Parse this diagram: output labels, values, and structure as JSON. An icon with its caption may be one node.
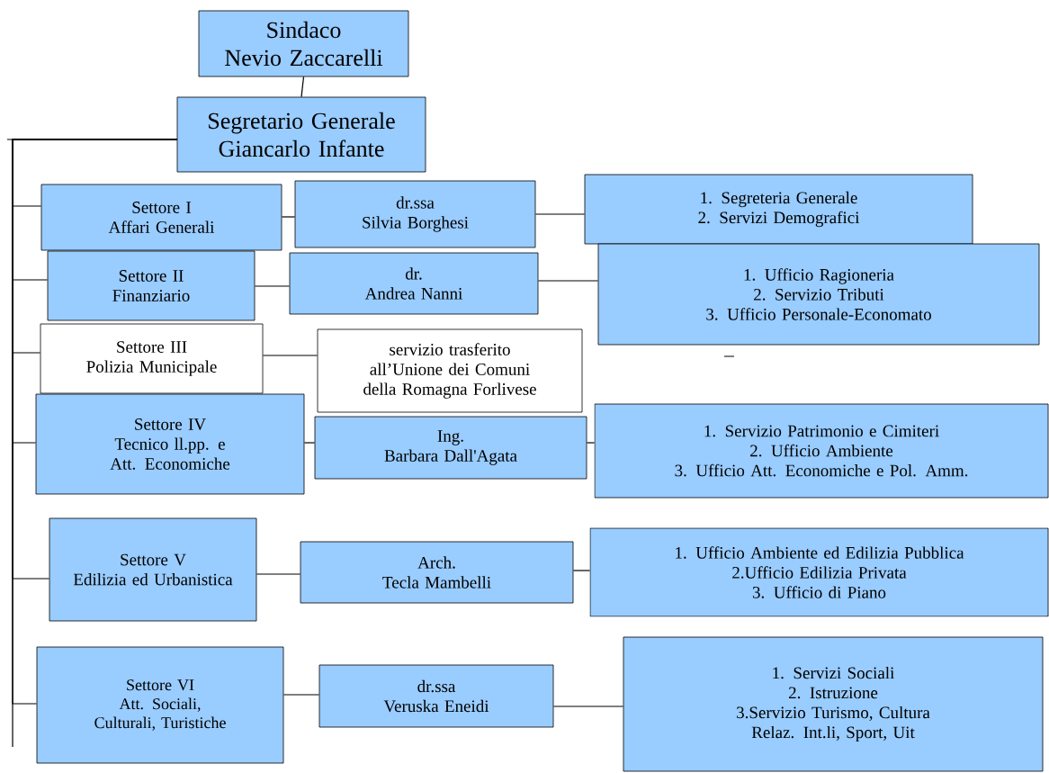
{
  "diagram": {
    "nodes": [
      {
        "text": [
          "Sindaco",
          "Nevio Zaccarelli"
        ]
      },
      {
        "text": [
          "Segretario Generale",
          "Giancarlo Infante"
        ]
      },
      {
        "text": [
          "Settore I",
          "Affari Generali"
        ]
      },
      {
        "text": [
          "dr.ssa",
          "Silvia Borghesi"
        ]
      },
      {
        "text": [
          "1. Segreteria Generale",
          "2. Servizi Demografici"
        ]
      },
      {
        "text": [
          "Settore II",
          "Finanziario"
        ]
      },
      {
        "text": [
          "dr.",
          "Andrea Nanni"
        ]
      },
      {
        "text": [
          "1. Ufficio Ragioneria",
          "2. Servizio Tributi",
          "3. Ufficio Personale-Economato"
        ]
      },
      {
        "text": [
          "Settore III",
          "Polizia Municipale"
        ]
      },
      {
        "text": [
          "servizio trasferito all’Unione dei Comuni della Romagna Forlivese"
        ]
      },
      {
        "text": [
          "Settore IV",
          "Tecnico ll.pp. e Att. Economiche"
        ]
      },
      {
        "text": [
          "Ing.",
          "Barbara Dall'Agata"
        ]
      },
      {
        "text": [
          "1. Servizio Patrimonio e Cimiteri",
          "2. Ufficio Ambiente",
          "3. Ufficio Att. Economiche e Pol. Amm."
        ]
      },
      {
        "text": [
          "Settore V",
          "Edilizia ed Urbanistica"
        ]
      },
      {
        "text": [
          "Arch.",
          "Tecla Mambelli"
        ]
      },
      {
        "text": [
          "1. Ufficio Ambiente ed Edilizia Pubblica",
          "2.Ufficio Edilizia Privata",
          "3. Ufficio di Piano"
        ]
      },
      {
        "text": [
          "Settore VI",
          "Att. Sociali, Culturali, Turistiche"
        ]
      },
      {
        "text": [
          "dr.ssa",
          "Veruska Eneidi"
        ]
      },
      {
        "text": [
          "1. Servizi Sociali",
          "2. Istruzione",
          "3.Servizio Turismo, Cultura Relaz. Int.li, Sport, Uit"
        ]
      }
    ],
    "edges": [
      {
        "from": 0,
        "to": 1,
        "arrow": "none"
      },
      {
        "from": 1,
        "to": 2,
        "arrow": "none"
      },
      {
        "from": 1,
        "to": 5,
        "arrow": "none"
      },
      {
        "from": 1,
        "to": 8,
        "arrow": "none"
      },
      {
        "from": 1,
        "to": 10,
        "arrow": "none"
      },
      {
        "from": 1,
        "to": 13,
        "arrow": "none"
      },
      {
        "from": 1,
        "to": 16,
        "arrow": "none"
      },
      {
        "from": 2,
        "to": 3,
        "arrow": "none"
      },
      {
        "from": 3,
        "to": 4,
        "arrow": "none"
      },
      {
        "from": 5,
        "to": 6,
        "arrow": "none"
      },
      {
        "from": 6,
        "to": 7,
        "arrow": "none"
      },
      {
        "from": 8,
        "to": 9,
        "arrow": "none"
      },
      {
        "from": 10,
        "to": 11,
        "arrow": "none"
      },
      {
        "from": 11,
        "to": 12,
        "arrow": "none"
      },
      {
        "from": 13,
        "to": 14,
        "arrow": "none"
      },
      {
        "from": 14,
        "to": 15,
        "arrow": "none"
      },
      {
        "from": 16,
        "to": 17,
        "arrow": "none"
      },
      {
        "from": 17,
        "to": 18,
        "arrow": "none"
      }
    ]
  }
}
